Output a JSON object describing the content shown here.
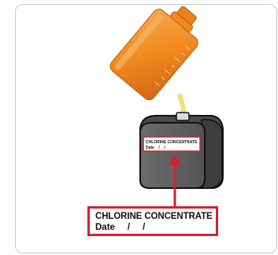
{
  "label": {
    "title": "CHLORINE CONCENTRATE",
    "date_line": "Date     /     /"
  },
  "small_label": {
    "title": "CHLORINE CONCENTRATE",
    "date_line": "Date    /    /"
  },
  "colors": {
    "bottle": "#f0891d",
    "bottle_dark": "#d2691a",
    "liquid": "#f2e27a",
    "container": "#6f6f6f",
    "container_dark": "#4a4a4a",
    "accent_red": "#d22232",
    "panel_border": "#c8c8c8"
  }
}
